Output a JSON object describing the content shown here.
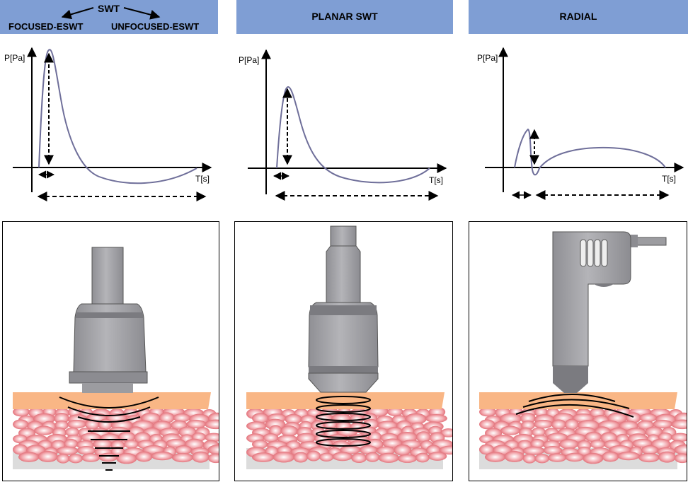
{
  "panels": [
    {
      "header": "SWT",
      "sub_left": "FOCUSED-ESWT",
      "sub_right": "UNFOCUSED-ESWT",
      "y_label": "P[Pa]",
      "x_label": "T[s]"
    },
    {
      "header": "PLANAR SWT",
      "y_label": "P[Pa]",
      "x_label": "T[s]"
    },
    {
      "header": "RADIAL",
      "y_label": "P[Pa]",
      "x_label": "T[s]"
    }
  ],
  "colors": {
    "header_bg": "#7f9ed4",
    "curve": "#6f6f9a",
    "skin": "#f9b685",
    "tissue": "#d9555f",
    "device": "#a6a6aa",
    "device_dark": "#7b7b80"
  }
}
